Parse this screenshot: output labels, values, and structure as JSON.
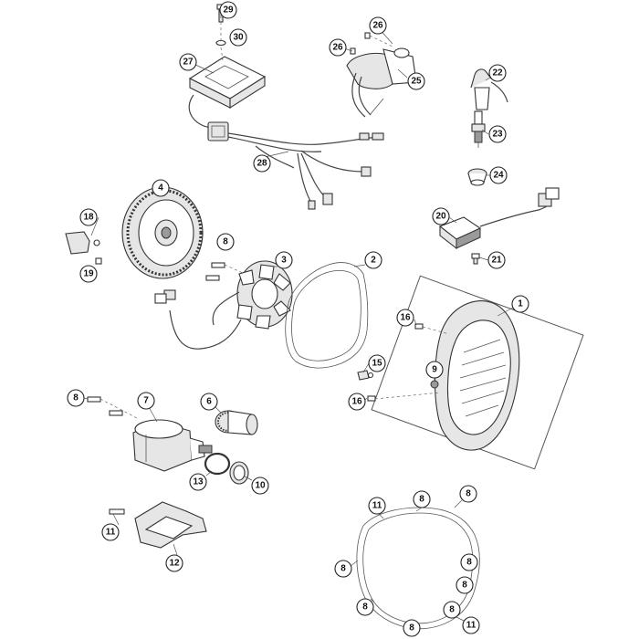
{
  "diagram": {
    "callouts": {
      "c29": "29",
      "c30": "30",
      "c27": "27",
      "c26a": "26",
      "c26b": "26",
      "c25": "25",
      "c22": "22",
      "c23": "23",
      "c24": "24",
      "c28": "28",
      "c4": "4",
      "c18": "18",
      "c19": "19",
      "c8a": "8",
      "c3": "3",
      "c2": "2",
      "c20": "20",
      "c21": "21",
      "c1": "1",
      "c16a": "16",
      "c9": "9",
      "c15": "15",
      "c16b": "16",
      "c8b": "8",
      "c7": "7",
      "c6": "6",
      "c13": "13",
      "c10": "10",
      "c11a": "11",
      "c11b": "11",
      "c12": "12",
      "c8c": "8",
      "c8d": "8",
      "c8e": "8",
      "c8f": "8",
      "c8g": "8",
      "c8h": "8",
      "c8i": "8",
      "c8j": "8",
      "c11c": "11"
    }
  }
}
